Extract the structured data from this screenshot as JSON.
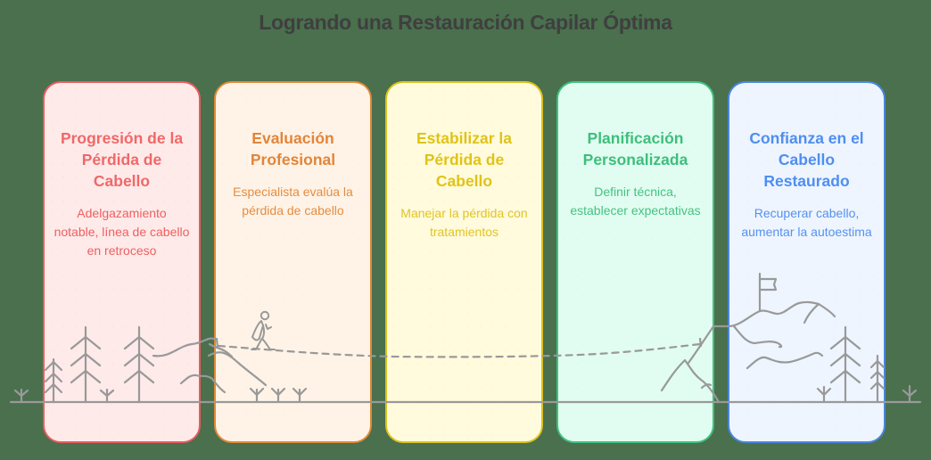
{
  "title": "Logrando una Restauración Capilar Óptima",
  "colors": {
    "background": "#4a704e",
    "title": "#3f3f3f",
    "illustration_stroke": "#999999"
  },
  "cards": [
    {
      "title": "Progresión de la Pérdida de Cabello",
      "description": "Adelgazamiento notable, línea de cabello en retroceso",
      "border": "#e85c5c",
      "background": "#ffeaea",
      "title_color": "#f06868",
      "desc_color": "#ee6060"
    },
    {
      "title": "Evaluación Profesional",
      "description": "Especialista evalúa la pérdida de cabello",
      "border": "#e08a35",
      "background": "#fff3e7",
      "title_color": "#e2853a",
      "desc_color": "#e58c40"
    },
    {
      "title": "Estabilizar la Pérdida de Cabello",
      "description": "Manejar la pérdida con tratamientos",
      "border": "#dcc21c",
      "background": "#fffbdc",
      "title_color": "#e0c318",
      "desc_color": "#e2c424"
    },
    {
      "title": "Planificación Personalizada",
      "description": "Definir técnica, establecer expectativas",
      "border": "#3fc17e",
      "background": "#e1fdf1",
      "title_color": "#3fbe7c",
      "desc_color": "#45c282"
    },
    {
      "title": "Confianza en el Cabello Restaurado",
      "description": "Recuperar cabello, aumentar la autoestima",
      "border": "#4a86e0",
      "background": "#eef5ff",
      "title_color": "#4f8ef0",
      "desc_color": "#5691ee"
    }
  ],
  "illustration": {
    "icons": [
      "pine-tree",
      "grass-tuft",
      "hill",
      "hiker",
      "dashed-path",
      "mountain",
      "summit-flag"
    ]
  }
}
